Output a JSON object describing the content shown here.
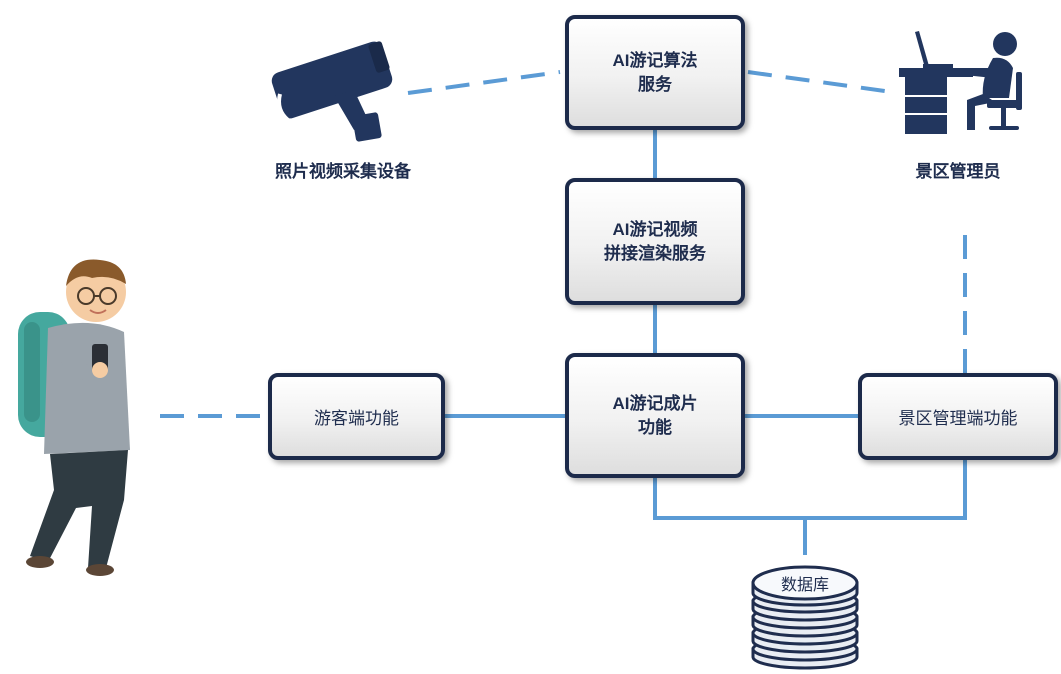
{
  "services": {
    "algorithm": {
      "line1": "AI游记算法",
      "line2": "服务"
    },
    "stitch_render": {
      "line1": "AI游记视频",
      "line2": "拼接渲染服务"
    },
    "film": {
      "line1": "AI游记成片",
      "line2": "功能"
    }
  },
  "functions": {
    "tourist": "游客端功能",
    "admin": "景区管理端功能"
  },
  "actors": {
    "capture_device": "照片视频采集设备",
    "admin": "景区管理员"
  },
  "database": {
    "label": "数据库"
  },
  "icons": {
    "camera": "security-camera-icon",
    "admin": "admin-at-desk-icon",
    "tourist": "tourist-with-phone-illustration",
    "database": "database-icon"
  },
  "colors": {
    "navy": "#1f2d4e",
    "link": "#5b9bd5"
  }
}
